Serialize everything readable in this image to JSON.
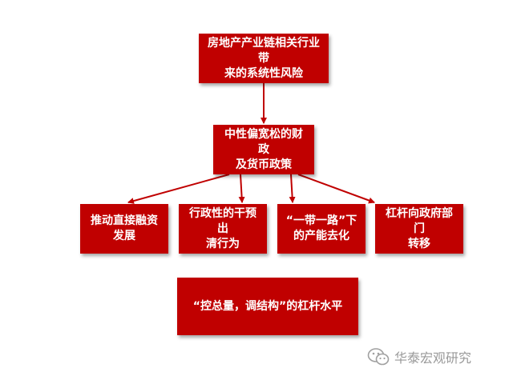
{
  "diagram": {
    "top": "房地产产业链相关行业带\n来的系统性风险",
    "middle": "中性偏宽松的财政\n及货币政策",
    "branches": [
      "推动直接融资\n发展",
      "行政性的干预出\n清行为",
      "“一带一路”下\n的产能去化",
      "杠杆向政府部门\n转移"
    ],
    "bottom": "“控总量，调结构”的杠杆水平"
  },
  "watermark": {
    "text": "华泰宏观研究",
    "icon": "wechat-icon"
  },
  "colors": {
    "box": "#c00000",
    "arrow": "#c00000",
    "text": "#ffffff"
  }
}
